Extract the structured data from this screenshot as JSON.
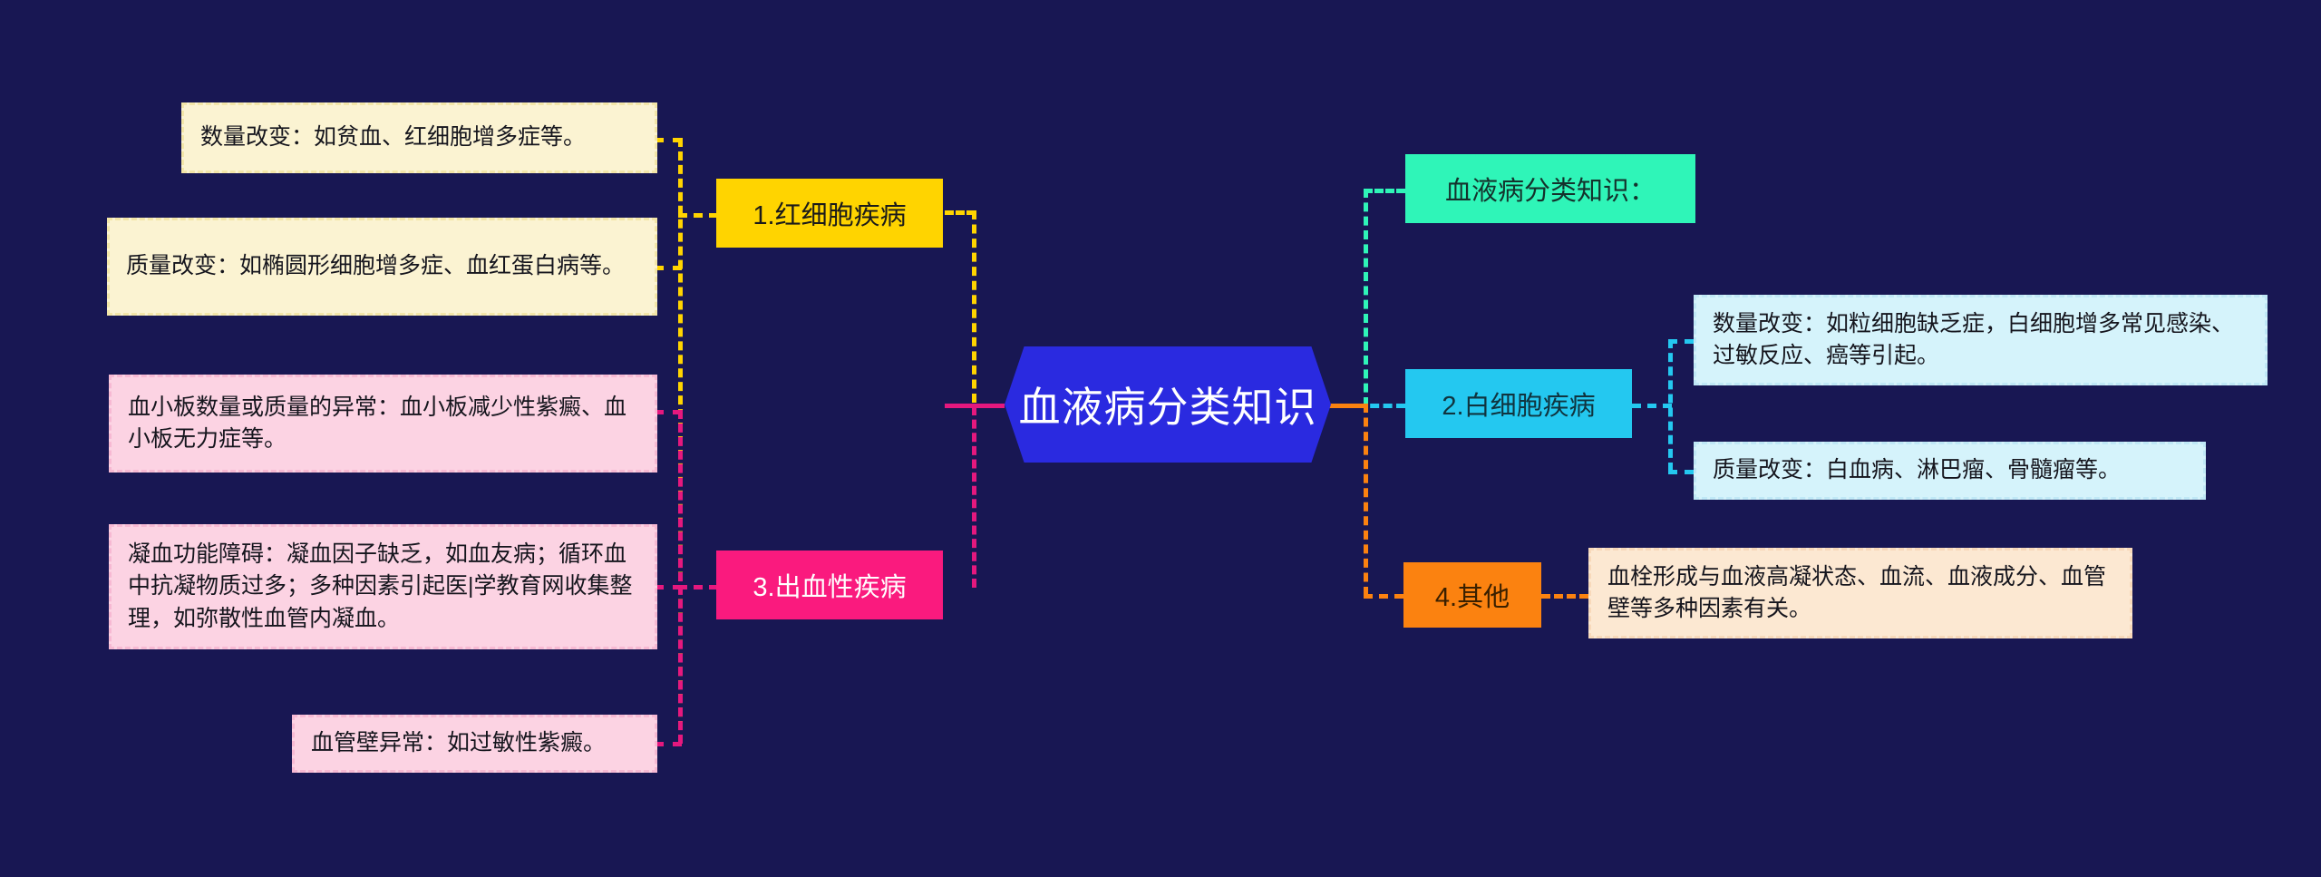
{
  "diagram": {
    "title": "血液病分类知识",
    "background_color": "#181753",
    "center_node": {
      "label": "血液病分类知识",
      "fill": "#2a2ae0",
      "text_color": "#ffffff"
    },
    "heading_node": {
      "label": "血液病分类知识：",
      "fill": "#2ff5b8",
      "text_color": "#14322c"
    },
    "branches": [
      {
        "id": "red-blood-cell",
        "label": "1.红细胞疾病",
        "fill": "#ffd400",
        "text_color": "#1a1a1a",
        "side": "left",
        "children": [
          {
            "label": "数量改变：如贫血、红细胞增多症等。",
            "fill": "#fbf3d2"
          },
          {
            "label": "质量改变：如椭圆形细胞增多症、血红蛋白病等。",
            "fill": "#fbf3d2"
          }
        ]
      },
      {
        "id": "white-blood-cell",
        "label": "2.白细胞疾病",
        "fill": "#24c8f0",
        "text_color": "#10343f",
        "side": "right",
        "children": [
          {
            "label": "数量改变：如粒细胞缺乏症，白细胞增多常见感染、过敏反应、癌等引起。",
            "fill": "#d5f3fb"
          },
          {
            "label": "质量改变：白血病、淋巴瘤、骨髓瘤等。",
            "fill": "#d5f3fb"
          }
        ]
      },
      {
        "id": "hemorrhagic",
        "label": "3.出血性疾病",
        "fill": "#fa1a7e",
        "text_color": "#ffffff",
        "side": "left",
        "children": [
          {
            "label": "血小板数量或质量的异常：血小板减少性紫癜、血小板无力症等。",
            "fill": "#fcd3e3"
          },
          {
            "label": "凝血功能障碍：凝血因子缺乏，如血友病；循环血中抗凝物质过多；多种因素引起医|学教育网收集整理，如弥散性血管内凝血。",
            "fill": "#fcd3e3"
          },
          {
            "label": "血管壁异常：如过敏性紫癜。",
            "fill": "#fcd3e3"
          }
        ]
      },
      {
        "id": "other",
        "label": "4.其他",
        "fill": "#fb8210",
        "text_color": "#3a2000",
        "side": "right",
        "children": [
          {
            "label": "血栓形成与血液高凝状态、血流、血液成分、血管壁等多种因素有关。",
            "fill": "#fce8d2"
          }
        ]
      }
    ]
  }
}
